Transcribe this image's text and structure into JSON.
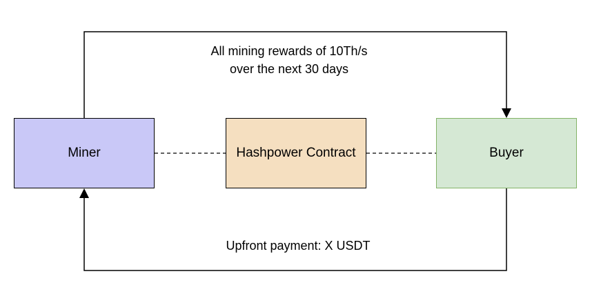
{
  "diagram": {
    "nodes": {
      "miner": {
        "label": "Miner",
        "fill": "#c9c8f7",
        "stroke": "#000000"
      },
      "contract": {
        "label": "Hashpower Contract",
        "fill": "#f5dfc0",
        "stroke": "#000000"
      },
      "buyer": {
        "label": "Buyer",
        "fill": "#d5e8d4",
        "stroke": "#82b366"
      }
    },
    "edges": {
      "rewards": {
        "from": "miner",
        "to": "buyer",
        "line1": "All mining rewards of 10Th/s",
        "line2": "over the next 30 days"
      },
      "payment": {
        "from": "buyer",
        "to": "miner",
        "label": "Upfront payment: X USDT"
      },
      "contract_links": {
        "style": "dashed"
      }
    }
  }
}
